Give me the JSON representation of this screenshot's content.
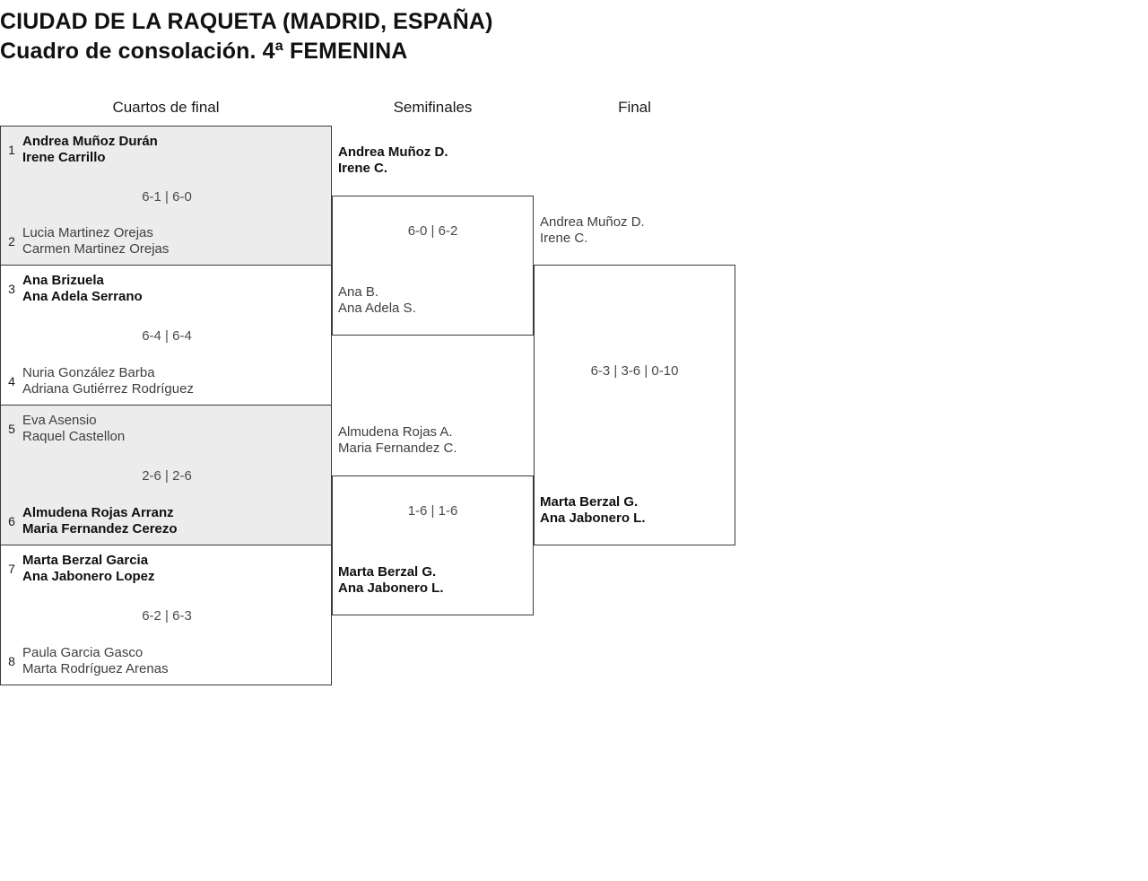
{
  "tournament": {
    "venue_line": "CIUDAD DE LA RAQUETA (MADRID, ESPAÑA)",
    "draw_line": "Cuadro de consolación. 4ª FEMENINA"
  },
  "rounds": [
    {
      "label": "Cuartos de final"
    },
    {
      "label": "Semifinales"
    },
    {
      "label": "Final"
    }
  ],
  "quarterfinals": [
    {
      "shaded": true,
      "score": "6-1 | 6-0",
      "top": {
        "seed": "1",
        "names": "Andrea Muñoz Durán\nIrene Carrillo",
        "winner": true
      },
      "bottom": {
        "seed": "2",
        "names": "Lucia Martinez Orejas\nCarmen Martinez Orejas",
        "winner": false
      }
    },
    {
      "shaded": false,
      "score": "6-4 | 6-4",
      "top": {
        "seed": "3",
        "names": "Ana Brizuela\nAna Adela Serrano",
        "winner": true
      },
      "bottom": {
        "seed": "4",
        "names": "Nuria González Barba\nAdriana Gutiérrez Rodríguez",
        "winner": false
      }
    },
    {
      "shaded": true,
      "score": "2-6 | 2-6",
      "top": {
        "seed": "5",
        "names": "Eva Asensio\nRaquel Castellon",
        "winner": false
      },
      "bottom": {
        "seed": "6",
        "names": "Almudena Rojas Arranz\nMaria Fernandez Cerezo",
        "winner": true
      }
    },
    {
      "shaded": false,
      "score": "6-2 | 6-3",
      "top": {
        "seed": "7",
        "names": "Marta Berzal Garcia\nAna Jabonero Lopez",
        "winner": true
      },
      "bottom": {
        "seed": "8",
        "names": "Paula Garcia Gasco\nMarta Rodríguez Arenas",
        "winner": false
      }
    }
  ],
  "semifinals": [
    {
      "score": "6-0 | 6-2",
      "top": {
        "names": "Andrea Muñoz D.\nIrene C.",
        "winner": true
      },
      "bottom": {
        "names": "Ana B.\nAna Adela S.",
        "winner": false
      }
    },
    {
      "score": "1-6 | 1-6",
      "top": {
        "names": "Almudena Rojas A.\nMaria Fernandez C.",
        "winner": false
      },
      "bottom": {
        "names": "Marta Berzal G.\nAna Jabonero L.",
        "winner": true
      }
    }
  ],
  "final": {
    "score": "6-3 | 3-6 | 0-10",
    "top": {
      "names": "Andrea Muñoz D.\nIrene C.",
      "winner": false
    },
    "bottom": {
      "names": "Marta Berzal G.\nAna Jabonero L.",
      "winner": true
    }
  },
  "colors": {
    "shaded_row": "#ececec",
    "border": "#3a3a3a",
    "winner_text": "#101010",
    "loser_text": "#3f3f3f",
    "score_text": "#4a4a4a",
    "background": "#ffffff"
  }
}
